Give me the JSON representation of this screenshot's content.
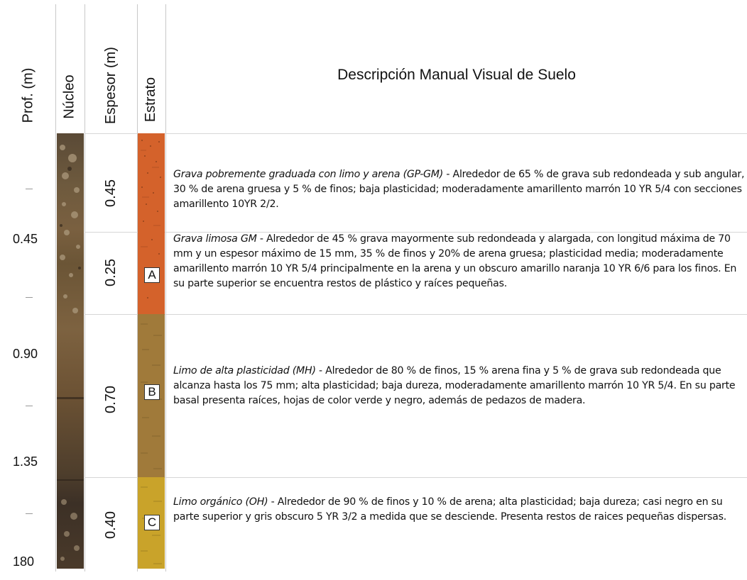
{
  "headers": {
    "depth": "Prof. (m)",
    "core": "Núcleo",
    "thickness": "Espesor (m)",
    "stratum": "Estrato",
    "description": "Descripción Manual Visual de Suelo"
  },
  "depth_labels": [
    "0.45",
    "0.90",
    "1.35",
    "180"
  ],
  "thickness_values": [
    "0.45",
    "0.25",
    "0.70",
    "0.40"
  ],
  "stratum_labels": [
    "A",
    "B",
    "C"
  ],
  "colors": {
    "stratum_a": "#d4622b",
    "stratum_b": "#a07a3a",
    "stratum_c": "#c9a32a"
  },
  "descriptions": [
    {
      "name": "Grava pobremente graduada con limo y arena (GP-GM)",
      "text": " - Alrededor de 65 % de grava sub redondeada y sub angular, 30 % de arena gruesa y 5 % de finos; baja plasticidad; moderadamente amarillento marrón 10 YR 5/4 con secciones amarillento 10YR 2/2."
    },
    {
      "name": "Grava limosa GM",
      "text": " - Alrededor de 45 % grava mayormente sub redondeada y alargada, con longitud máxima de 70 mm y un espesor máximo de 15 mm, 35 % de finos y 20% de arena gruesa; plasticidad media; moderadamente amarillento marrón 10 YR 5/4 principalmente en la arena y un obscuro amarillo naranja 10 YR 6/6 para los finos. En su parte superior se encuentra restos de plástico y raíces pequeñas."
    },
    {
      "name": "Limo de alta plasticidad (MH)",
      "text": " - Alrededor de 80 % de finos, 15 % arena fina y 5 % de grava sub redondeada que alcanza hasta los 75 mm; alta plasticidad; baja dureza, moderadamente amarillento marrón 10 YR 5/4. En su parte basal presenta raíces, hojas de color verde y negro, además de pedazos de madera."
    },
    {
      "name": "Limo orgánico (OH)",
      "text": " - Alrededor de 90 % de finos y 10 % de arena; alta plasticidad; baja dureza; casi negro en su parte superior y gris obscuro 5 YR 3/2 a medida que se desciende. Presenta restos de raices pequeñas dispersas."
    }
  ]
}
